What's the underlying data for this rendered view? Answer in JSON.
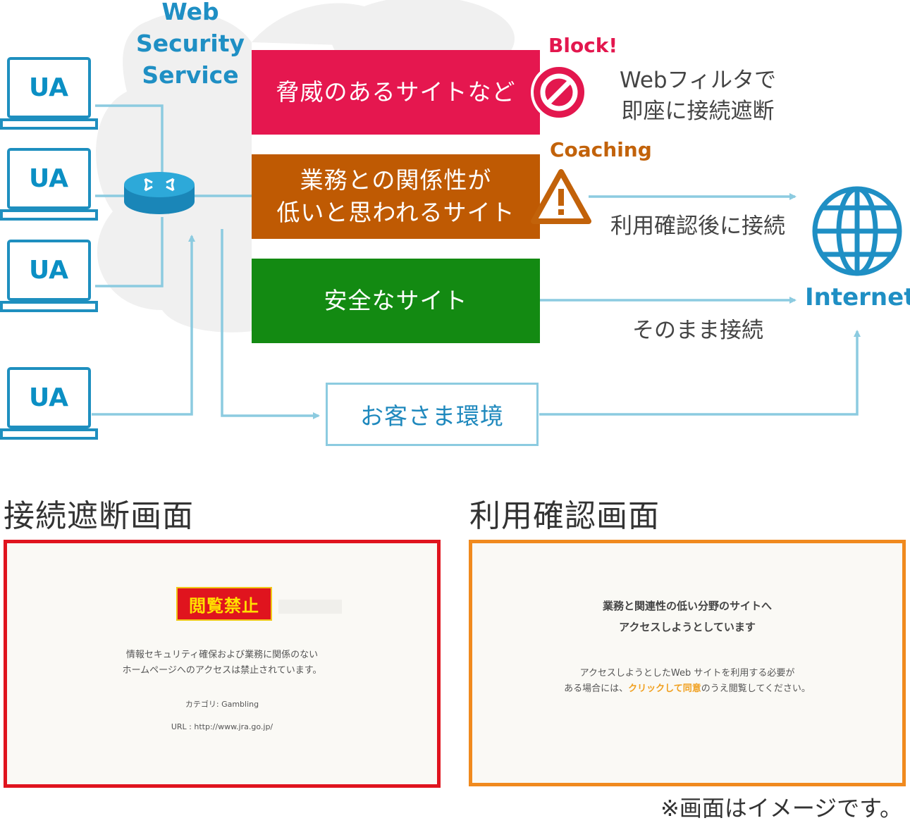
{
  "service": {
    "title_lines": [
      "Web",
      "Security",
      "Service"
    ]
  },
  "clients": [
    "UA",
    "UA",
    "UA",
    "UA"
  ],
  "categories": {
    "threat": {
      "lines": [
        "脅威のあるサイトなど"
      ],
      "color": "#e5174f"
    },
    "low_relevance": {
      "lines": [
        "業務との関係性が",
        "低いと思われるサイト"
      ],
      "color": "#bf5a03"
    },
    "safe": {
      "lines": [
        "安全なサイト"
      ],
      "color": "#138a12"
    }
  },
  "tags": {
    "block": {
      "label": "Block!",
      "color": "#e3174e"
    },
    "coaching": {
      "label": "Coaching",
      "color": "#c2620a"
    }
  },
  "notes": {
    "block": [
      "Webフィルタで",
      "即座に接続遮断"
    ],
    "coaching": "利用確認後に接続",
    "safe": "そのまま接続"
  },
  "customer_env": "お客さま環境",
  "internet": {
    "label": "Internet",
    "color": "#1f8fc4"
  },
  "sections": {
    "block_screen": {
      "title": "接続遮断画面",
      "badge": "閲覧禁止",
      "message": [
        "情報セキュリティ確保および業務に関係のない",
        "ホームページへのアクセスは禁止されています。"
      ],
      "category": "カテゴリ: Gambling",
      "url": "URL : http://www.jra.go.jp/"
    },
    "confirm_screen": {
      "title": "利用確認画面",
      "heading": [
        "業務と関連性の低い分野のサイトへ",
        "アクセスしようとしています"
      ],
      "body_line1": "アクセスしようとしたWeb サイトを利用する必要が",
      "body_line2_prefix": "ある場合には、",
      "body_link": "クリックして同意",
      "body_line2_suffix": "のうえ閲覧してください。"
    }
  },
  "footnote": "※画面はイメージです。"
}
